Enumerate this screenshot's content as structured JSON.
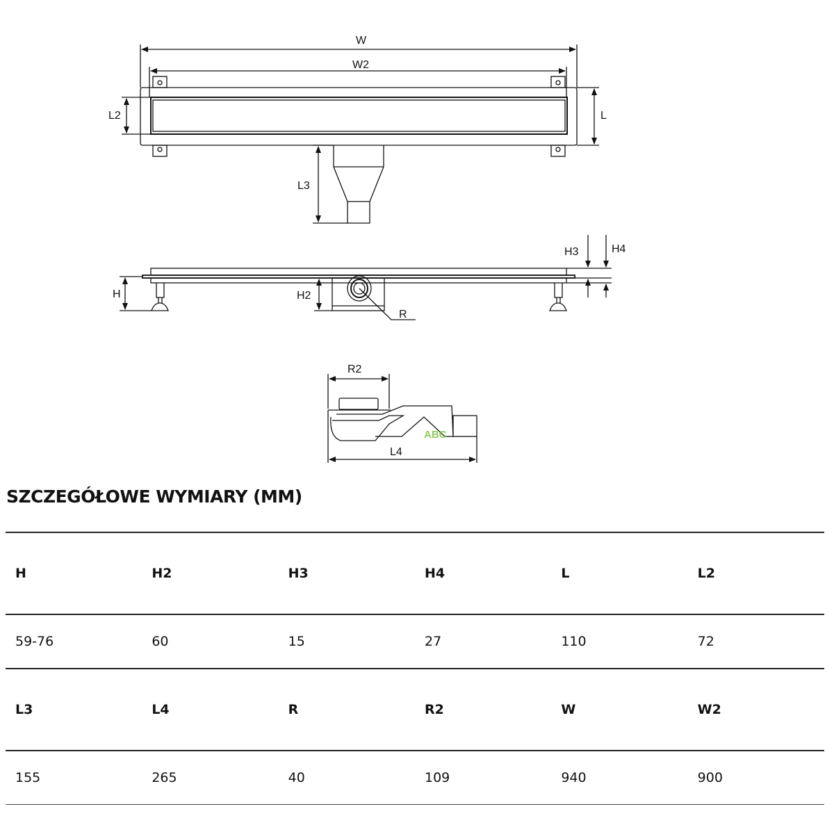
{
  "drawing": {
    "labels": {
      "W": "W",
      "W2": "W2",
      "L": "L",
      "L2": "L2",
      "L3": "L3",
      "H": "H",
      "H2": "H2",
      "H3": "H3",
      "H4": "H4",
      "R": "R",
      "R2": "R2",
      "L4": "L4"
    },
    "watermark": "ABC",
    "watermark_color": "#7dc142"
  },
  "section_title": "SZCZEGÓŁOWE WYMIARY (MM)",
  "table": {
    "rows": [
      {
        "headers": [
          "H",
          "H2",
          "H3",
          "H4",
          "L",
          "L2"
        ],
        "values": [
          "59-76",
          "60",
          "15",
          "27",
          "110",
          "72"
        ]
      },
      {
        "headers": [
          "L3",
          "L4",
          "R",
          "R2",
          "W",
          "W2"
        ],
        "values": [
          "155",
          "265",
          "40",
          "109",
          "940",
          "900"
        ]
      }
    ]
  }
}
